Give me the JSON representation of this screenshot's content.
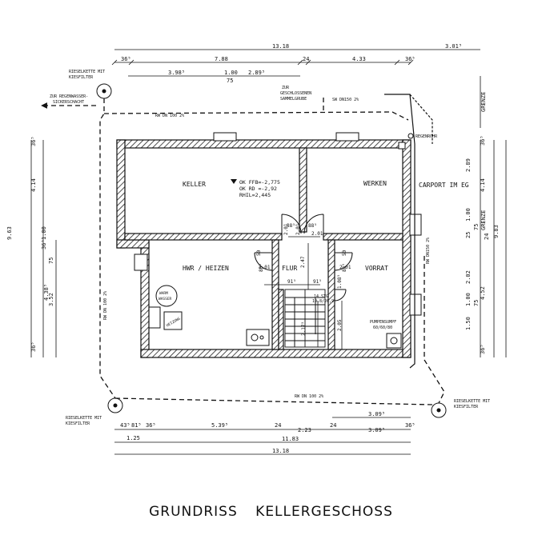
{
  "title": [
    "GRUNDRISS",
    "KELLERGESCHOSS"
  ],
  "rooms": {
    "keller": "KELLER",
    "werken": "WERKEN",
    "hwr": "HWR / HEIZEN",
    "flur": "FLUR",
    "vorrat": "VORRAT",
    "carport": "CARPORT IM EG"
  },
  "levels": [
    "OK FFB=-2,775",
    "OK RD =-2,92",
    "RHIL=2,445"
  ],
  "equipment": {
    "warmwasser": [
      "WARM",
      "WASSER"
    ],
    "heizung": "HEIZUNG",
    "pumpensumpf": [
      "PUMPENSUMPF",
      "60/60/80"
    ],
    "regenrohr": "REGENROHR",
    "stairs": [
      "14 STG",
      "19,8/26,9"
    ]
  },
  "drainage": {
    "rieselkette_tl": [
      "RIESELKETTE MIT",
      "KIESFILTER"
    ],
    "rieselkette_bl": [
      "RIESELKETTE MIT",
      "KIESFILTER"
    ],
    "rieselkette_br": [
      "RIESELKETTE MIT",
      "KIESFILTER"
    ],
    "regenwasser": [
      "ZUR REGENWASSER-",
      "SICKERSCHACHT"
    ],
    "schmutzwasser": [
      "ZUR",
      "GESCHLOSSENEN",
      "SAMMELGRUBE"
    ],
    "pipes": [
      "RW DN 100 2%",
      "RW DN 100 2%",
      "RW DN 100 2%",
      "RW DN150 2%",
      "SW DN150 2%"
    ]
  },
  "boundary": [
    "GRENZE",
    "GRENZE"
  ],
  "dims": {
    "top": [
      "13.18",
      "3.01⁵",
      "36⁵",
      "7.88",
      "24",
      "4.33",
      "36⁵",
      "3.98⁵",
      "1.00",
      "75",
      "2.89⁵"
    ],
    "bottom": [
      "43⁵",
      "81⁵",
      "36⁵",
      "5.39⁵",
      "24",
      "24",
      "3.09⁵",
      "1.25",
      "2.23",
      "3.09⁵",
      "36⁵",
      "11.83",
      "13.18"
    ],
    "left": [
      "9.63",
      "36⁵",
      "4.14",
      "36⁵",
      "75",
      "1.00",
      "4.38⁵",
      "3.52",
      "36⁵"
    ],
    "right": [
      "36⁵",
      "2.89",
      "4.14",
      "1.00",
      "25",
      "75",
      "24",
      "2.02",
      "1.00",
      "4.52",
      "1.50",
      "75",
      "9.83",
      "36⁵"
    ],
    "interior": [
      "88⁵",
      "2.01",
      "88⁵",
      "2.01",
      "2.01",
      "2.47",
      "88⁵",
      "2.01",
      "88⁵",
      "2.01",
      "91⁵",
      "91⁵",
      "2.17⁵",
      "2.05",
      "1.08⁵",
      "50",
      "50"
    ]
  }
}
